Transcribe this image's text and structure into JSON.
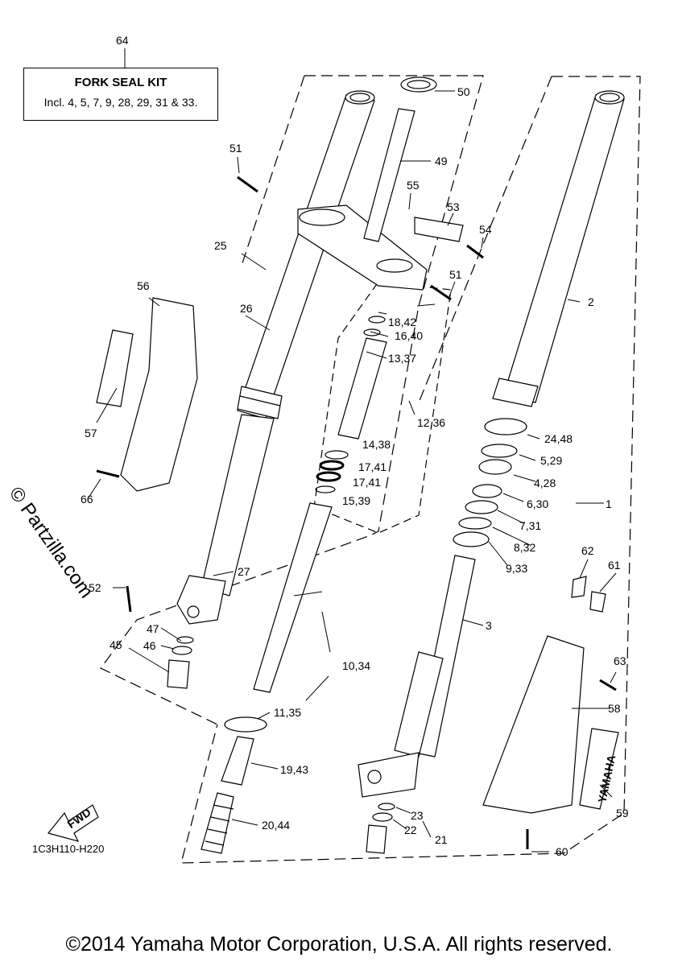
{
  "kit": {
    "ref": "64",
    "title": "FORK SEAL KIT",
    "description": "Incl. 4, 5, 7, 9, 28, 29, 31 & 33."
  },
  "callouts": {
    "c1": "1",
    "c2": "2",
    "c3": "3",
    "c4_28": "4,28",
    "c5_29": "5,29",
    "c6_30": "6,30",
    "c7_31": "7,31",
    "c8_32": "8,32",
    "c9_33": "9,33",
    "c10_34": "10,34",
    "c11_35": "11,35",
    "c12_36": "12,36",
    "c13_37": "13,37",
    "c14_38": "14,38",
    "c15_39": "15,39",
    "c16_40": "16,40",
    "c17_41a": "17,41",
    "c17_41b": "17,41",
    "c18_42": "18,42",
    "c19_43": "19,43",
    "c20_44": "20,44",
    "c21": "21",
    "c22": "22",
    "c23": "23",
    "c24_48": "24,48",
    "c25": "25",
    "c26": "26",
    "c27": "27",
    "c45": "45",
    "c46": "46",
    "c47": "47",
    "c49": "49",
    "c50": "50",
    "c51a": "51",
    "c51b": "51",
    "c52": "52",
    "c53": "53",
    "c54": "54",
    "c55": "55",
    "c56": "56",
    "c57": "57",
    "c58": "58",
    "c59": "59",
    "c60": "60",
    "c61": "61",
    "c62": "62",
    "c63": "63",
    "c66": "66"
  },
  "fwd_label": "FWD",
  "decal_text": "YAMAHA",
  "diagram_code": "1C3H110-H220",
  "watermark": "© Partzilla.com",
  "copyright": "©2014 Yamaha Motor Corporation, U.S.A. All rights reserved."
}
